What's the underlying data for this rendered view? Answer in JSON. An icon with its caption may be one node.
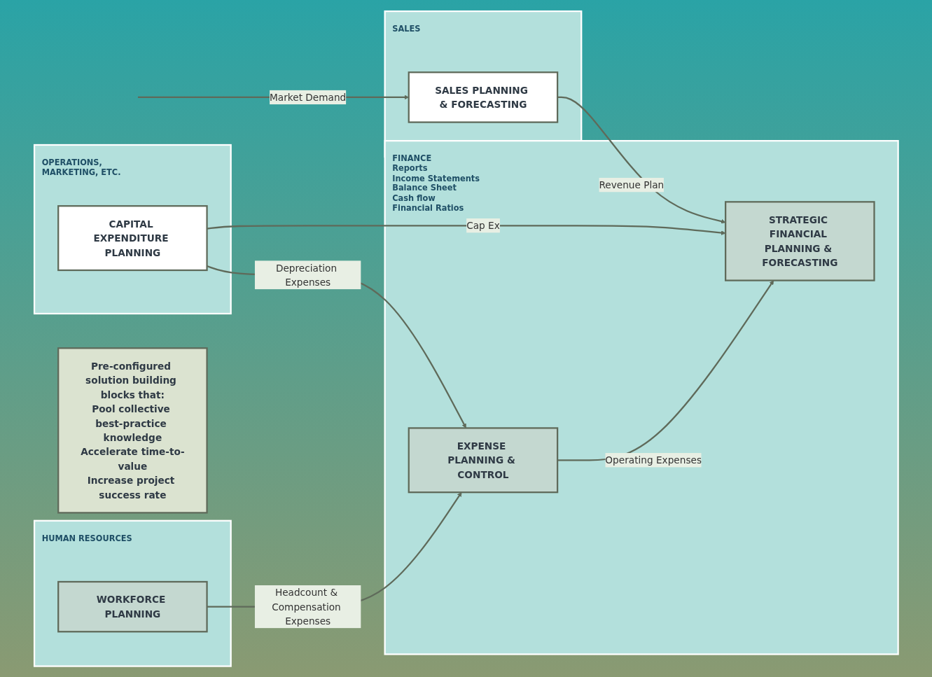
{
  "diagram": {
    "nodes": [
      {
        "text": [
          "Pre-configured solution building blocks that:",
          "Pool collective best-practice knowledge",
          "Accelerate time-to-value",
          "Increase project success rate"
        ]
      },
      {
        "text": [
          "FINANCE",
          "Reports",
          "Income Statements Balance Sheet",
          "Cash flow",
          "Financial Ratios"
        ]
      },
      {
        "text": [
          "STRATEGIC FINANCIAL PLANNING & FORECASTING"
        ],
        "in": 1
      },
      {
        "text": [
          "EXPENSE PLANNING & CONTROL"
        ],
        "in": 1
      },
      {
        "text": [
          "SALES"
        ]
      },
      {
        "text": [
          "SALES PLANNING & FORECASTING"
        ],
        "in": 4
      },
      {
        "text": [
          "HUMAN RESOURCES"
        ]
      },
      {
        "text": [
          "WORKFORCE PLANNING"
        ],
        "in": 6
      },
      {
        "text": [
          "OPERATIONS, MARKETING, ETC."
        ]
      },
      {
        "text": [
          "CAPITAL EXPENDITURE PLANNING"
        ],
        "in": 8
      }
    ],
    "edges": [
      {
        "from": null,
        "to": 5,
        "arrow": "to",
        "label": "Market Demand"
      },
      {
        "from": 5,
        "to": 2,
        "arrow": "to",
        "label": "Revenue Plan"
      },
      {
        "from": 9,
        "to": 2,
        "arrow": "to",
        "label": "Cap Ex"
      },
      {
        "from": 9,
        "to": 3,
        "arrow": "to",
        "label": "Depreciation Expenses"
      },
      {
        "from": 3,
        "to": 2,
        "arrow": "to",
        "label": "Operating Expenses"
      },
      {
        "from": 7,
        "to": 3,
        "arrow": "to",
        "label": "Headcount & Compensation Expenses"
      }
    ]
  }
}
